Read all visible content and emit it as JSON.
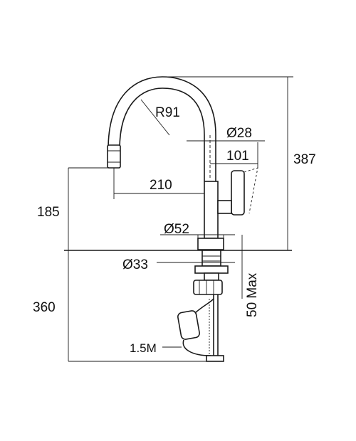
{
  "dimensions": {
    "r91": "R91",
    "d28": "Ø28",
    "d101": "101",
    "h387": "387",
    "d210": "210",
    "h185": "185",
    "d52": "Ø52",
    "d33": "Ø33",
    "max50": "50 Max",
    "h360": "360",
    "hose": "1.5M"
  }
}
